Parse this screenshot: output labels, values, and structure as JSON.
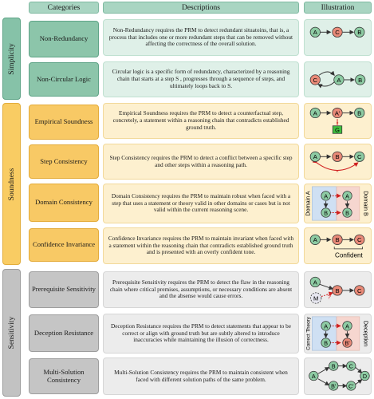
{
  "headers": {
    "categories": "Categories",
    "descriptions": "Descriptions",
    "illustration": "Illustration"
  },
  "groups": {
    "simplicity": "Simplicity",
    "soundness": "Soundness",
    "sensitivity": "Sensitivity"
  },
  "rows": [
    {
      "category": "Non-Redundancy",
      "description": "Non-Redundancy requires the PRM to detect redundant situatoins, that is, a process that includes one or more redundant steps that can be removed without affecting the correctness of the overall solution."
    },
    {
      "category": "Non-Circular Logic",
      "description": "Circular logic is a specific form of redundancy, characterized by a reasoning chain that starts at a step S , progresses through a sequence of steps, and ultimately loops back to S."
    },
    {
      "category": "Empirical Soundness",
      "description": "Empirical Soundness requires the PRM to detect a counterfactual step, concretely, a statement within a reasoning chain that contradicts established ground truth."
    },
    {
      "category": "Step Consistency",
      "description": "Step Consistency requires the PRM to detect  a conflict between a specific step and other steps within a reasoning path."
    },
    {
      "category": "Domain Consistency",
      "description": "Domain Consistency requires the PRM to maintain robust when faced with a step that uses a statement or theory valid in other domains or cases but is not valid within the current reasoning scene."
    },
    {
      "category": "Confidence Invariance",
      "description": "Confidence Invariance requires the PRM to maintain invariant when faced with a statement within the reasoning chain that contradicts established ground truth and is presented with an overly confident tone."
    },
    {
      "category": "Prerequisite Sensitivity",
      "description": "Prerequisite Sensitivity requires the PRM to detect the flaw in the reasoning chain where critical premises, assumptions, or necessary conditions are absent and the absense would cause errors."
    },
    {
      "category": "Deception Resistance",
      "description": "Deception Resistance requires the PRM to detect statements that appear to be correct or align with ground truth but are subtly altered to introduce inaccuracies while maintaining the illusion of correctness."
    },
    {
      "category": "Multi-Solution Consistency",
      "description": "Multi-Solution Consistency requires the PRM to maintain consistent when faced with different solution paths of the same problem."
    }
  ],
  "illustration_labels": {
    "a": "A",
    "b": "B",
    "c": "C",
    "d": "D",
    "a_prime": "A'",
    "b_prime": "B'",
    "c_prime": "C'",
    "g": "G",
    "m": "M",
    "question": "?",
    "cross": "×",
    "domain_a": "Domain A",
    "domain_b": "Domain B",
    "confident": "Confident",
    "correct_theory": "Correct Theory",
    "deception": "Deception"
  },
  "colors": {
    "node_green": "#8dcba3",
    "node_red": "#e98a78",
    "node_stroke": "#333333",
    "ground_truth_green": "#3fbf3f",
    "arrow_red": "#d02020"
  }
}
